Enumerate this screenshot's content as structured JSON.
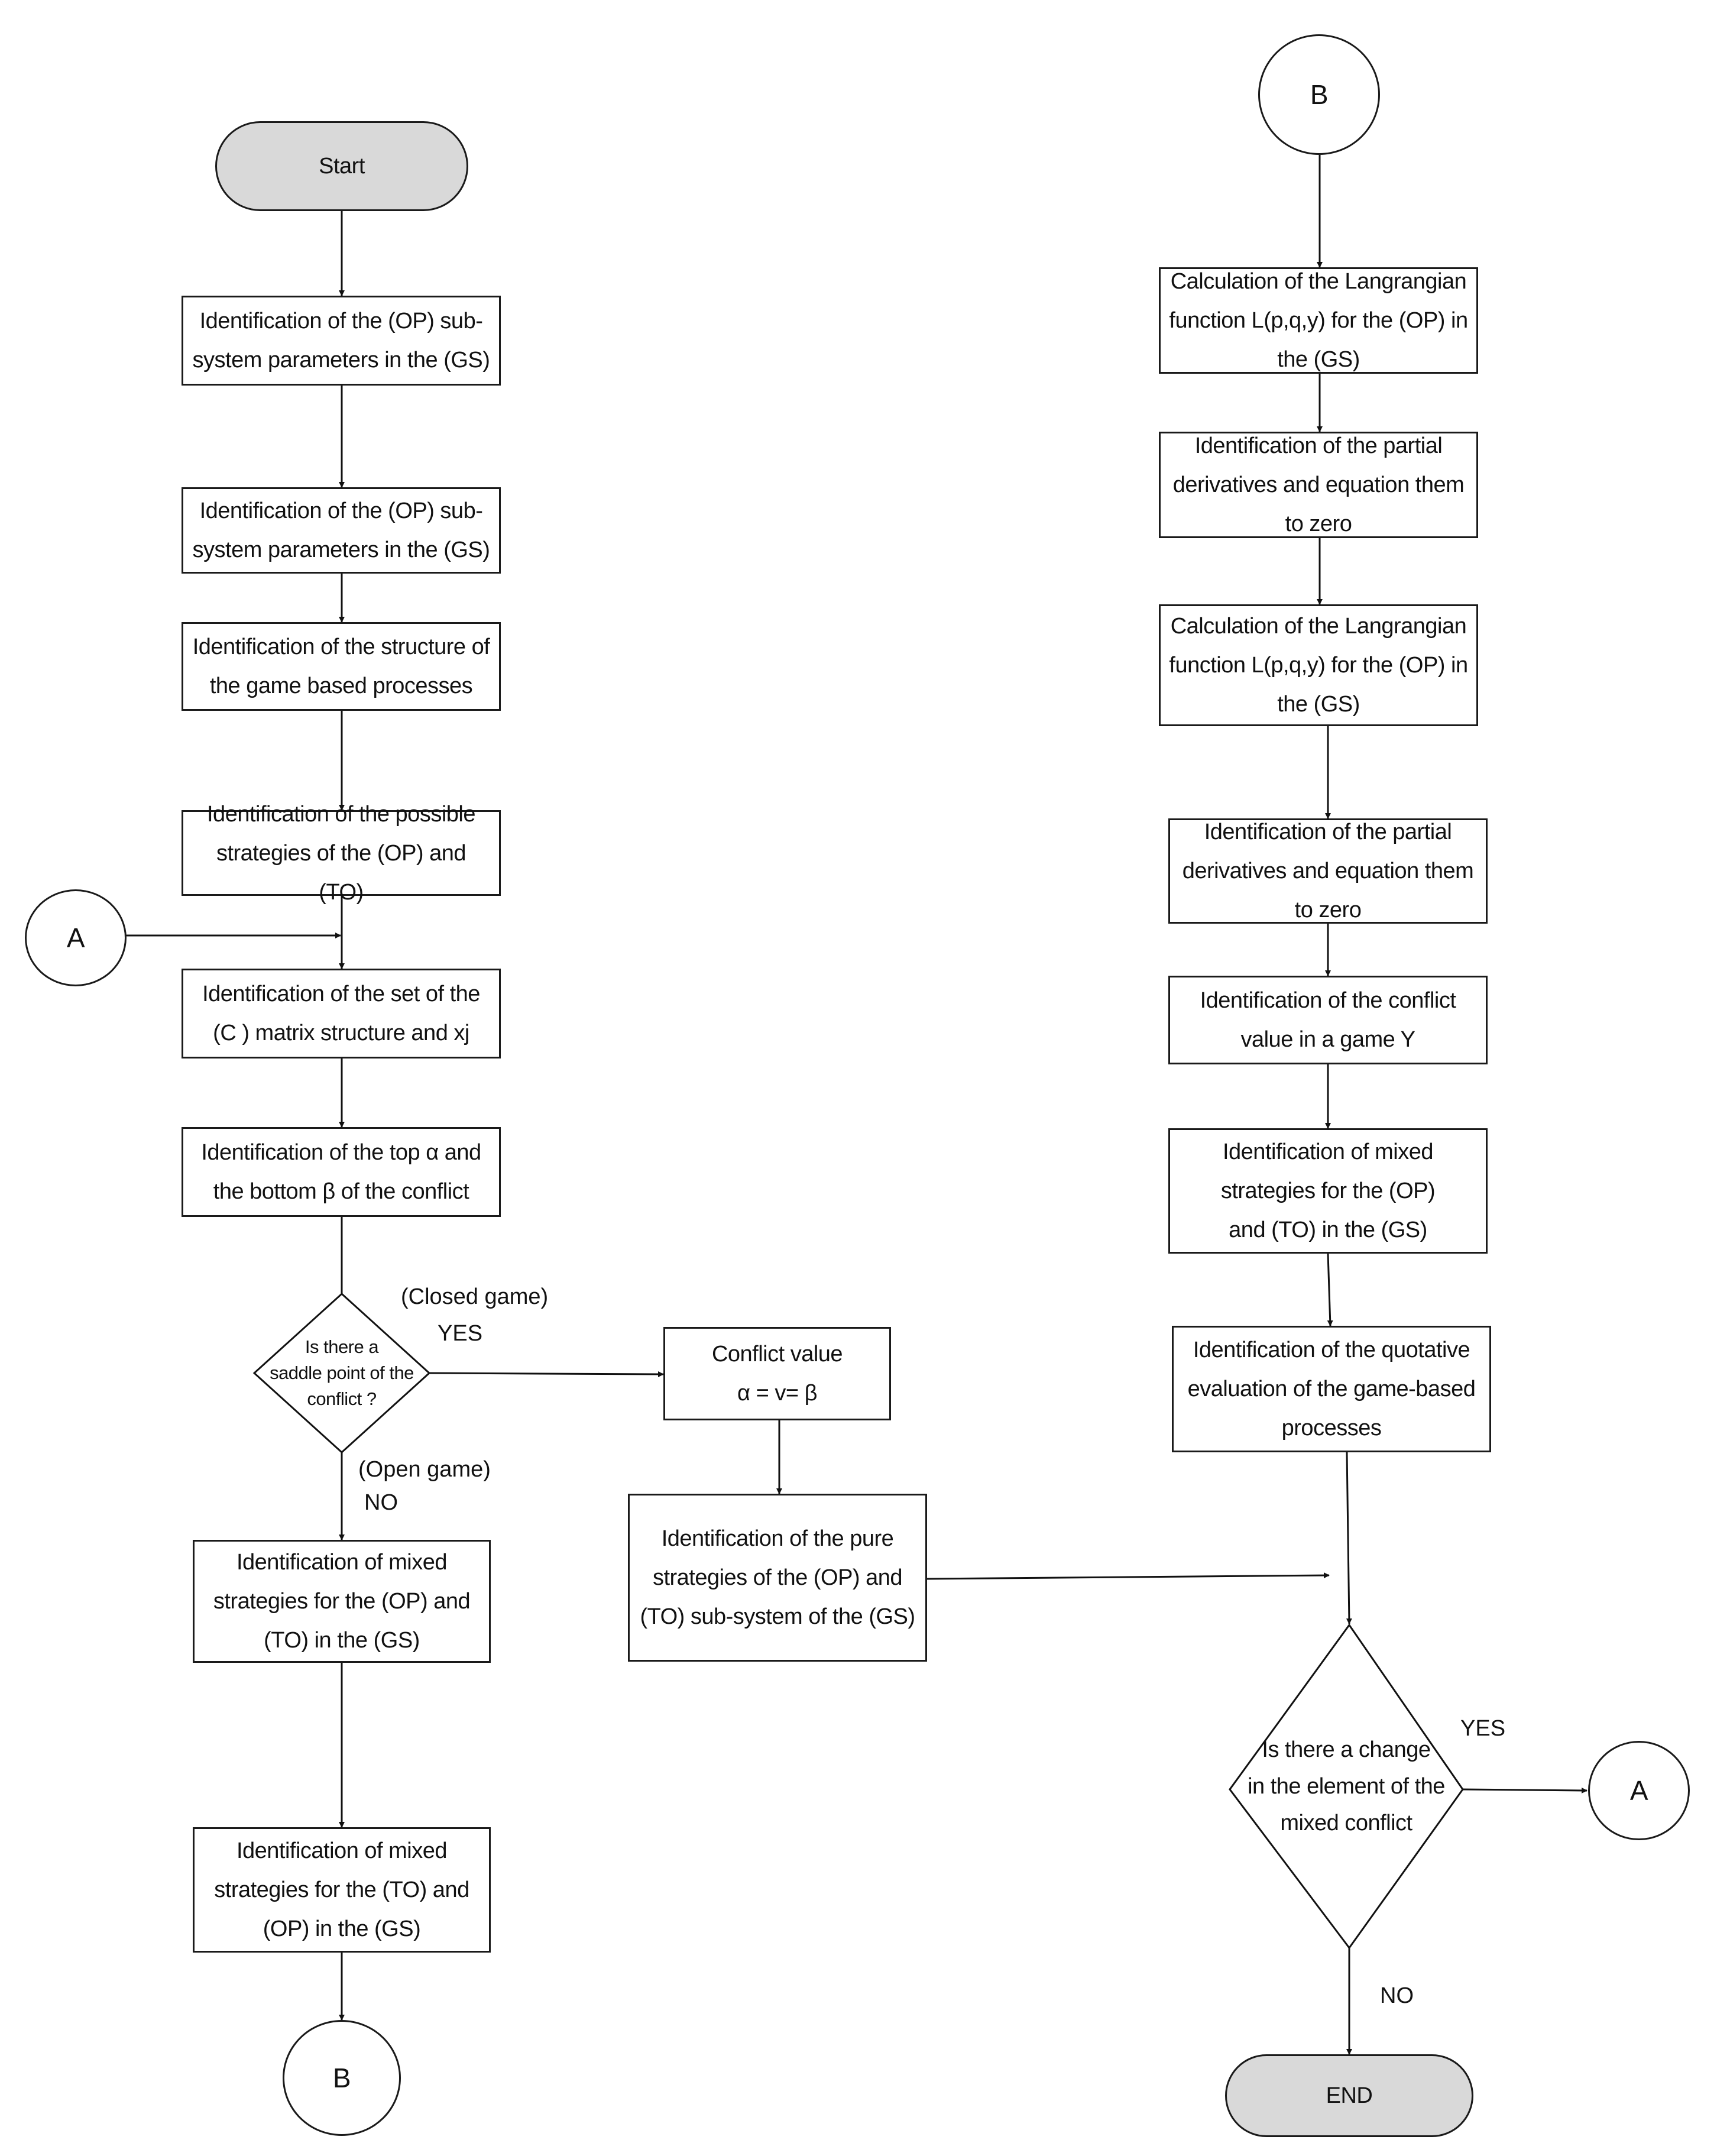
{
  "nodes": {
    "start": "Start",
    "n1": [
      "Identification of the (OP) sub-",
      "system parameters in the (GS)"
    ],
    "n2": [
      "Identification of the (OP) sub-",
      "system parameters in the (GS)"
    ],
    "n3": [
      "Identification of the structure of",
      "the game based processes"
    ],
    "n4": [
      "Identification of the possible",
      "strategies of the (OP) and (TO)"
    ],
    "n5": [
      "Identification of the set of the",
      "(C ) matrix structure and xj"
    ],
    "n6": [
      "Identification of the top α and",
      "the bottom β of the conflict"
    ],
    "d1": [
      "Is there a",
      "saddle  point of the",
      "conflict ?"
    ],
    "cv": [
      "Conflict value",
      "α = v= β"
    ],
    "pure": [
      "Identification of the pure",
      "strategies of the (OP) and",
      "(TO) sub-system of the (GS)"
    ],
    "m1": [
      "Identification of mixed",
      "strategies for the (OP) and",
      "(TO) in the (GS)"
    ],
    "m2": [
      "Identification of mixed",
      "strategies for the (TO) and",
      "(OP) in the (GS)"
    ],
    "r1": [
      "Calculation of the Langrangian",
      "function L(p,q,y) for the (OP) in",
      "the (GS)"
    ],
    "r2": [
      "Identification of the partial",
      "derivatives and equation them",
      "to zero"
    ],
    "r3": [
      "Calculation of the Langrangian",
      "function L(p,q,y) for the (OP) in",
      "the (GS)"
    ],
    "r4": [
      "Identification of the partial",
      "derivatives and equation them",
      "to zero"
    ],
    "r5": [
      "Identification of the conflict",
      "value in a game Y"
    ],
    "r6": [
      "Identification of mixed",
      "strategies for the (OP)",
      "and (TO) in the (GS)"
    ],
    "r7": [
      "Identification of the quotative",
      "evaluation of the game-based",
      "processes"
    ],
    "d2": [
      "Is there a change",
      "in the element of the",
      "mixed conflict"
    ],
    "end": "END",
    "cA1": "A",
    "cA2": "A",
    "cB1": "B",
    "cB2": "B"
  },
  "labels": {
    "closed_game": "(Closed game)",
    "yes1": "YES",
    "open_game": "(Open game)",
    "no1": "NO",
    "yes2": "YES",
    "no2": "NO"
  }
}
